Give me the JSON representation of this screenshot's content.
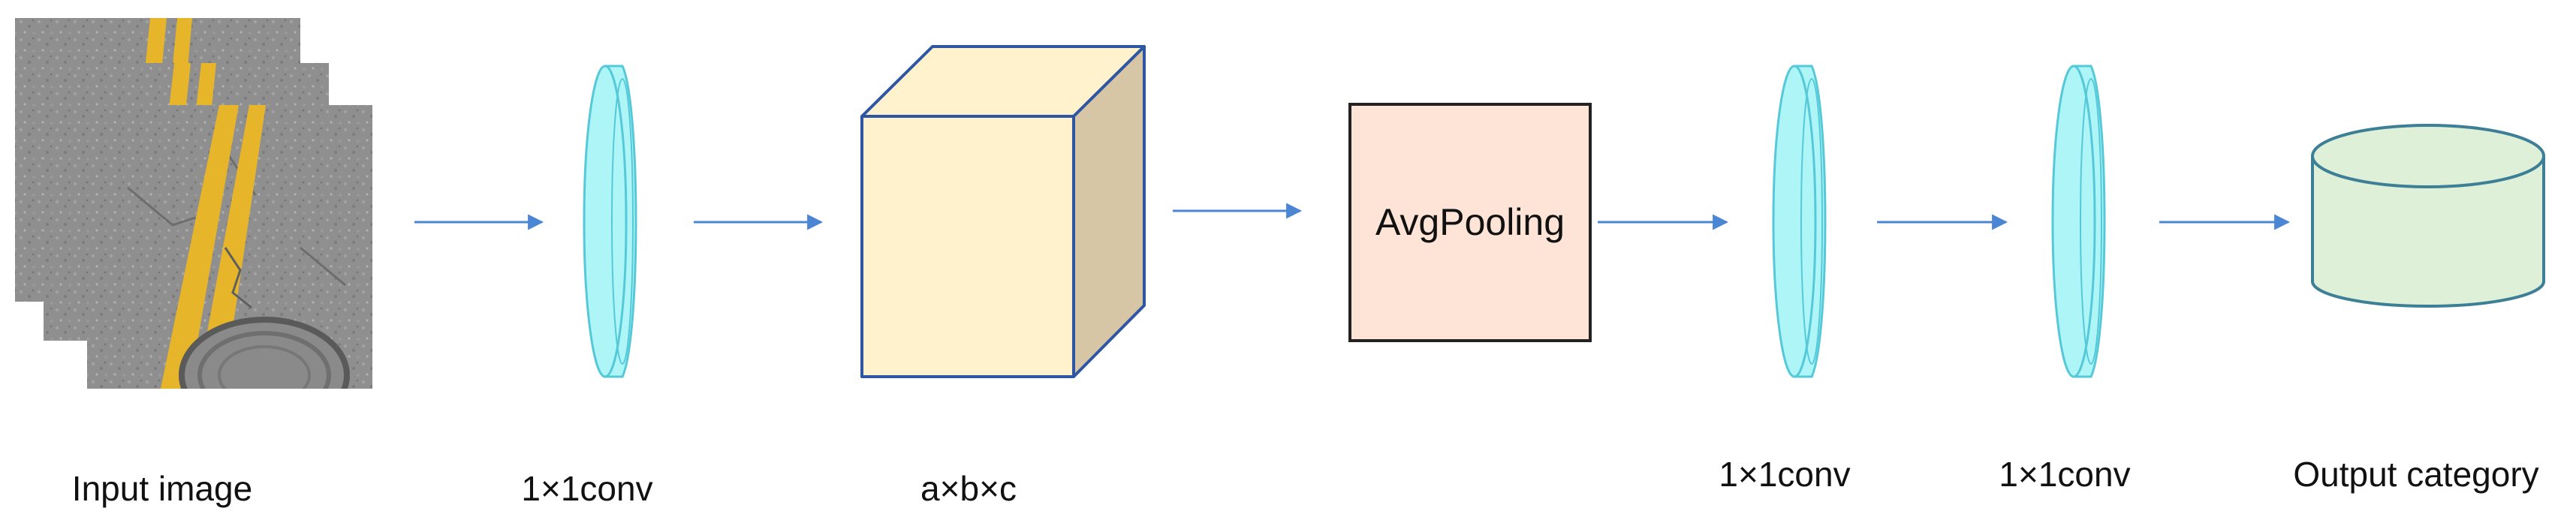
{
  "labels": {
    "input": "Input image",
    "conv_a": "1×1conv",
    "tensor": "a×b×c",
    "conv_b": "1×1conv",
    "conv_c": "1×1conv",
    "output": "Output category"
  },
  "pooling_label": "AvgPooling",
  "colors": {
    "arrow": "#4a86d4",
    "conv_fill": "#aef5f8",
    "conv_stroke": "#56c9d8",
    "cube_front": "#fff2cc",
    "cube_side": "#d6c6a6",
    "cube_stroke": "#2f56a3",
    "pool_fill": "#fde4d6",
    "pool_stroke": "#222222",
    "cylinder_fill": "#dff0d8",
    "cylinder_stroke": "#3d7f96",
    "road_gray": "#8e8e8e",
    "road_line": "#e7b52a"
  },
  "icons": {
    "input": "road-photo-stack-icon",
    "conv": "lens-disc-icon",
    "tensor": "cube-icon",
    "output": "cylinder-icon"
  }
}
